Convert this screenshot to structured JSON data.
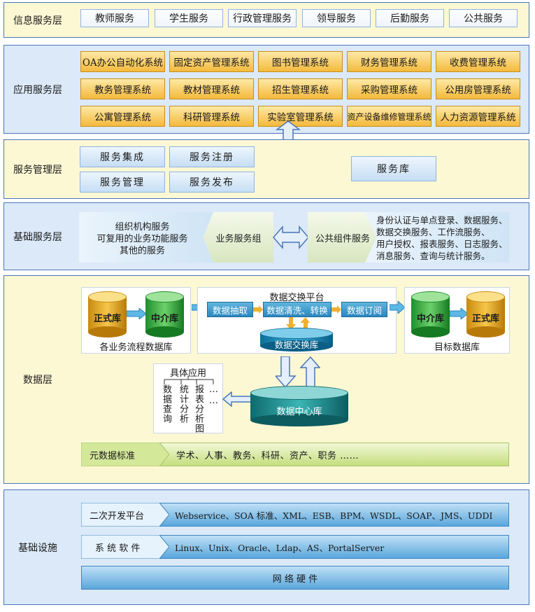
{
  "layers": {
    "info": "信息服务层",
    "app": "应用服务层",
    "mgmt": "服务管理层",
    "base": "基础服务层",
    "data": "数据层",
    "infra": "基础设施"
  },
  "info_items": [
    "教师服务",
    "学生服务",
    "行政管理服务",
    "领导服务",
    "后勤服务",
    "公共服务"
  ],
  "app_items": [
    [
      "OA办公自动化系统",
      "固定资产管理系统",
      "图书管理系统",
      "财务管理系统",
      "收费管理系统"
    ],
    [
      "教务管理系统",
      "教材管理系统",
      "招生管理系统",
      "采购管理系统",
      "公用房管理系统"
    ],
    [
      "公寓管理系统",
      "科研管理系统",
      "实验室管理系统",
      "资产设备维修管理系统",
      "人力资源管理系统"
    ]
  ],
  "mgmt": {
    "integration": "服务集成",
    "register": "服务注册",
    "manage": "服务管理",
    "publish": "服务发布",
    "library": "服务库"
  },
  "base": {
    "left_lines": [
      "组织机构服务",
      "可复用的业务功能服务",
      "其他的服务"
    ],
    "business_group": "业务服务组",
    "public_component": "公共组件服务",
    "right_lines": [
      "身份认证与单点登录、数据服务、",
      "数据交换服务、工作流服务、",
      "用户授权、报表服务、日志服务、",
      "消息服务、查询与统计服务。"
    ]
  },
  "data": {
    "source_formal": "正式库",
    "source_middle": "中介库",
    "source_caption": "各业务流程数据库",
    "platform_title": "数据交换平台",
    "extract": "数据抽取",
    "clean": "数据清洗、转换",
    "subscribe": "数据订阅",
    "exchange_db": "数据交换库",
    "target_middle": "中介库",
    "target_formal": "正式库",
    "target_caption": "目标数据库",
    "app_title": "具体应用",
    "app_cols": [
      "数据查询",
      "统计分析",
      "报表分析图",
      "……"
    ],
    "center_db": "数据中心库",
    "meta_label": "元数据标准",
    "meta_items": "学术、人事、教务、科研、资产、职务 ……"
  },
  "infra": {
    "dev_label": "二次开发平台",
    "dev_items": "Webservice、SOA 标准、XML、ESB、BPM、WSDL、SOAP、JMS、UDDI",
    "sys_label": "系 统 软 件",
    "sys_items": "Linux、Unix、Oracle、Ldap、AS、PortalServer",
    "hardware": "网 络 硬 件"
  },
  "colors": {
    "border_blue": "#4a76b8",
    "layer_yellow": "#fdf8d4",
    "layer_blue": "#dbe9f8",
    "orange": "#f4b93c",
    "cyan": "#2a86bf"
  }
}
